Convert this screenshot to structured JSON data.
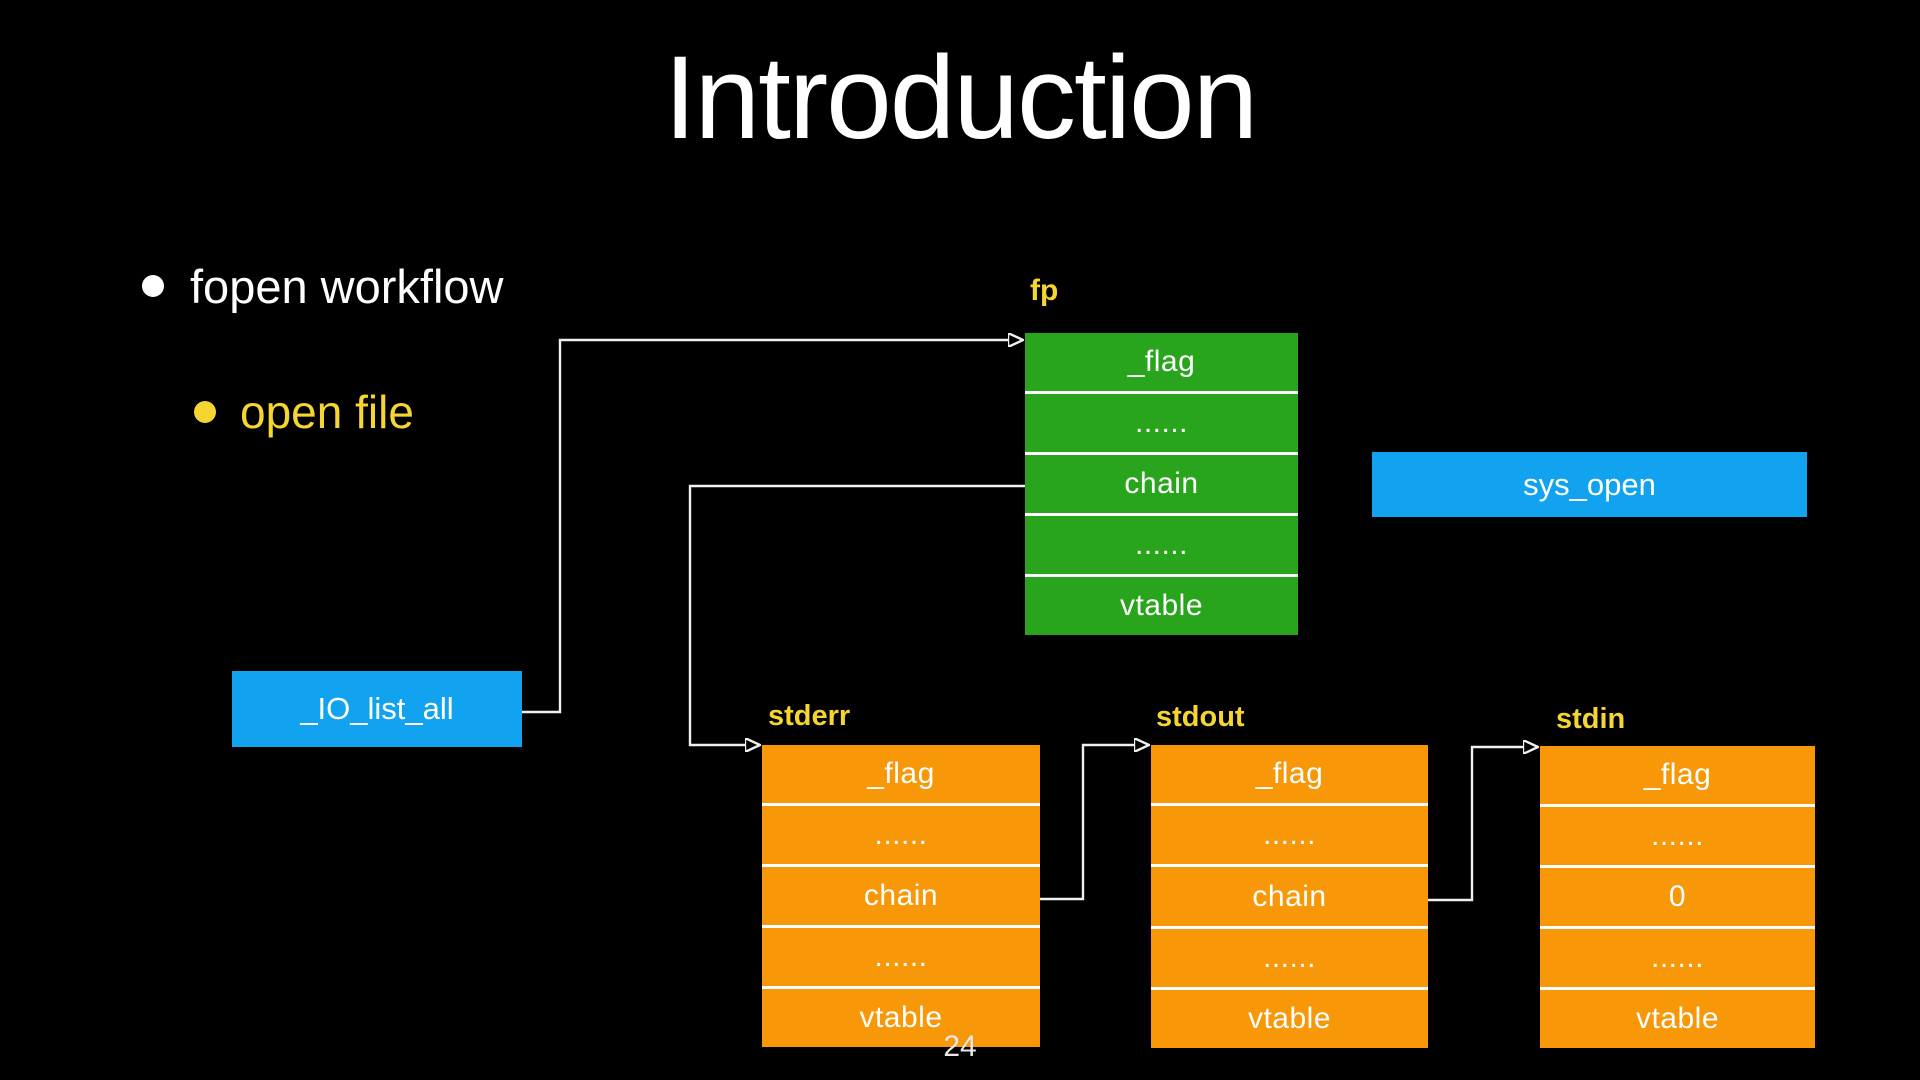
{
  "slide": {
    "title": "Introduction",
    "page_number": "24",
    "bullet1": "fopen workflow",
    "bullet2": "open file"
  },
  "colors": {
    "background": "#000000",
    "box_green": "#28A51C",
    "box_blue": "#12A3F0",
    "box_orange": "#F89707",
    "label_yellow": "#F5D530",
    "text_white": "#FFFFFF",
    "line_white": "#F0F0F0"
  },
  "diagram": {
    "fp": {
      "label": "fp",
      "rows": [
        "_flag",
        "......",
        "chain",
        "......",
        "vtable"
      ]
    },
    "sys_open": {
      "label": "sys_open"
    },
    "io_list_all": {
      "label": "_IO_list_all"
    },
    "stderr": {
      "label": "stderr",
      "rows": [
        "_flag",
        "......",
        "chain",
        "......",
        "vtable"
      ]
    },
    "stdout": {
      "label": "stdout",
      "rows": [
        "_flag",
        "......",
        "chain",
        "......",
        "vtable"
      ]
    },
    "stdin": {
      "label": "stdin",
      "rows": [
        "_flag",
        "......",
        "0",
        "......",
        "vtable"
      ]
    }
  }
}
